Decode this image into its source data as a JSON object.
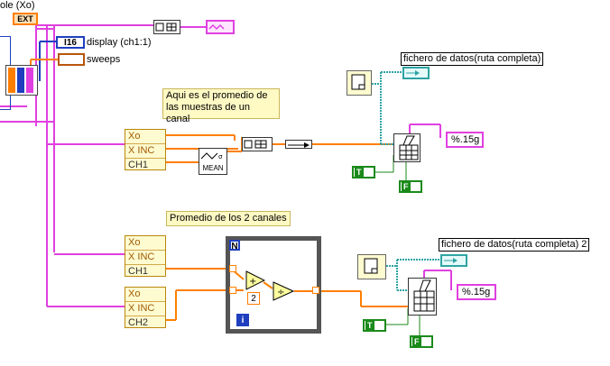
{
  "top": {
    "truncated_label": "ole (Xo)",
    "ext_constant": "EXT",
    "display_type": "I16",
    "display_label": "display (ch1:1)",
    "sweeps_label": "sweeps"
  },
  "section1": {
    "note": "Aqui es el promedio de\nlas muestras de un canal",
    "unbundle_rows": [
      "Xo",
      "X INC",
      "CH1"
    ],
    "mean_label": "MEAN",
    "file_label": "fichero de datos(ruta completa)",
    "format_constant": "%.15g",
    "bool_true": "T",
    "bool_false": "F"
  },
  "section2": {
    "note": "Promedio de los 2 canales",
    "unbundle1_rows": [
      "Xo",
      "X INC",
      "CH1"
    ],
    "unbundle2_rows": [
      "Xo",
      "X INC",
      "CH2"
    ],
    "loop_count_label": "N",
    "loop_index_label": "i",
    "divisor_constant": "2",
    "file_label": "fichero de datos(ruta completa) 2",
    "format_constant": "%.15g",
    "bool_true": "T",
    "bool_false": "F"
  },
  "colors": {
    "dynamic_wire": "#e040e0",
    "double_wire": "#ff7f00",
    "path_wire": "#2fa3a3",
    "int_wire": "#1f3fbf",
    "bool_wire": "#1a8a1a",
    "note_bg": "#fff9c4"
  }
}
